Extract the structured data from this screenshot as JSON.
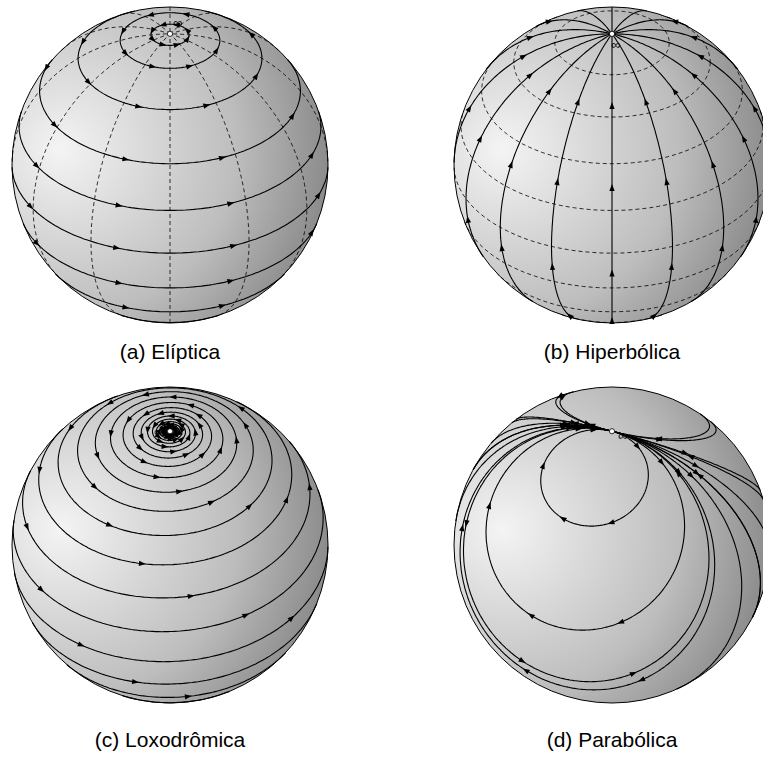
{
  "diagram": {
    "labels": [
      "∞",
      "(a) Elíptica",
      "∞",
      "(b) Hiperbólica",
      "∞",
      "(c) Loxodrômica",
      "∞",
      "(d) Parabólica"
    ]
  }
}
